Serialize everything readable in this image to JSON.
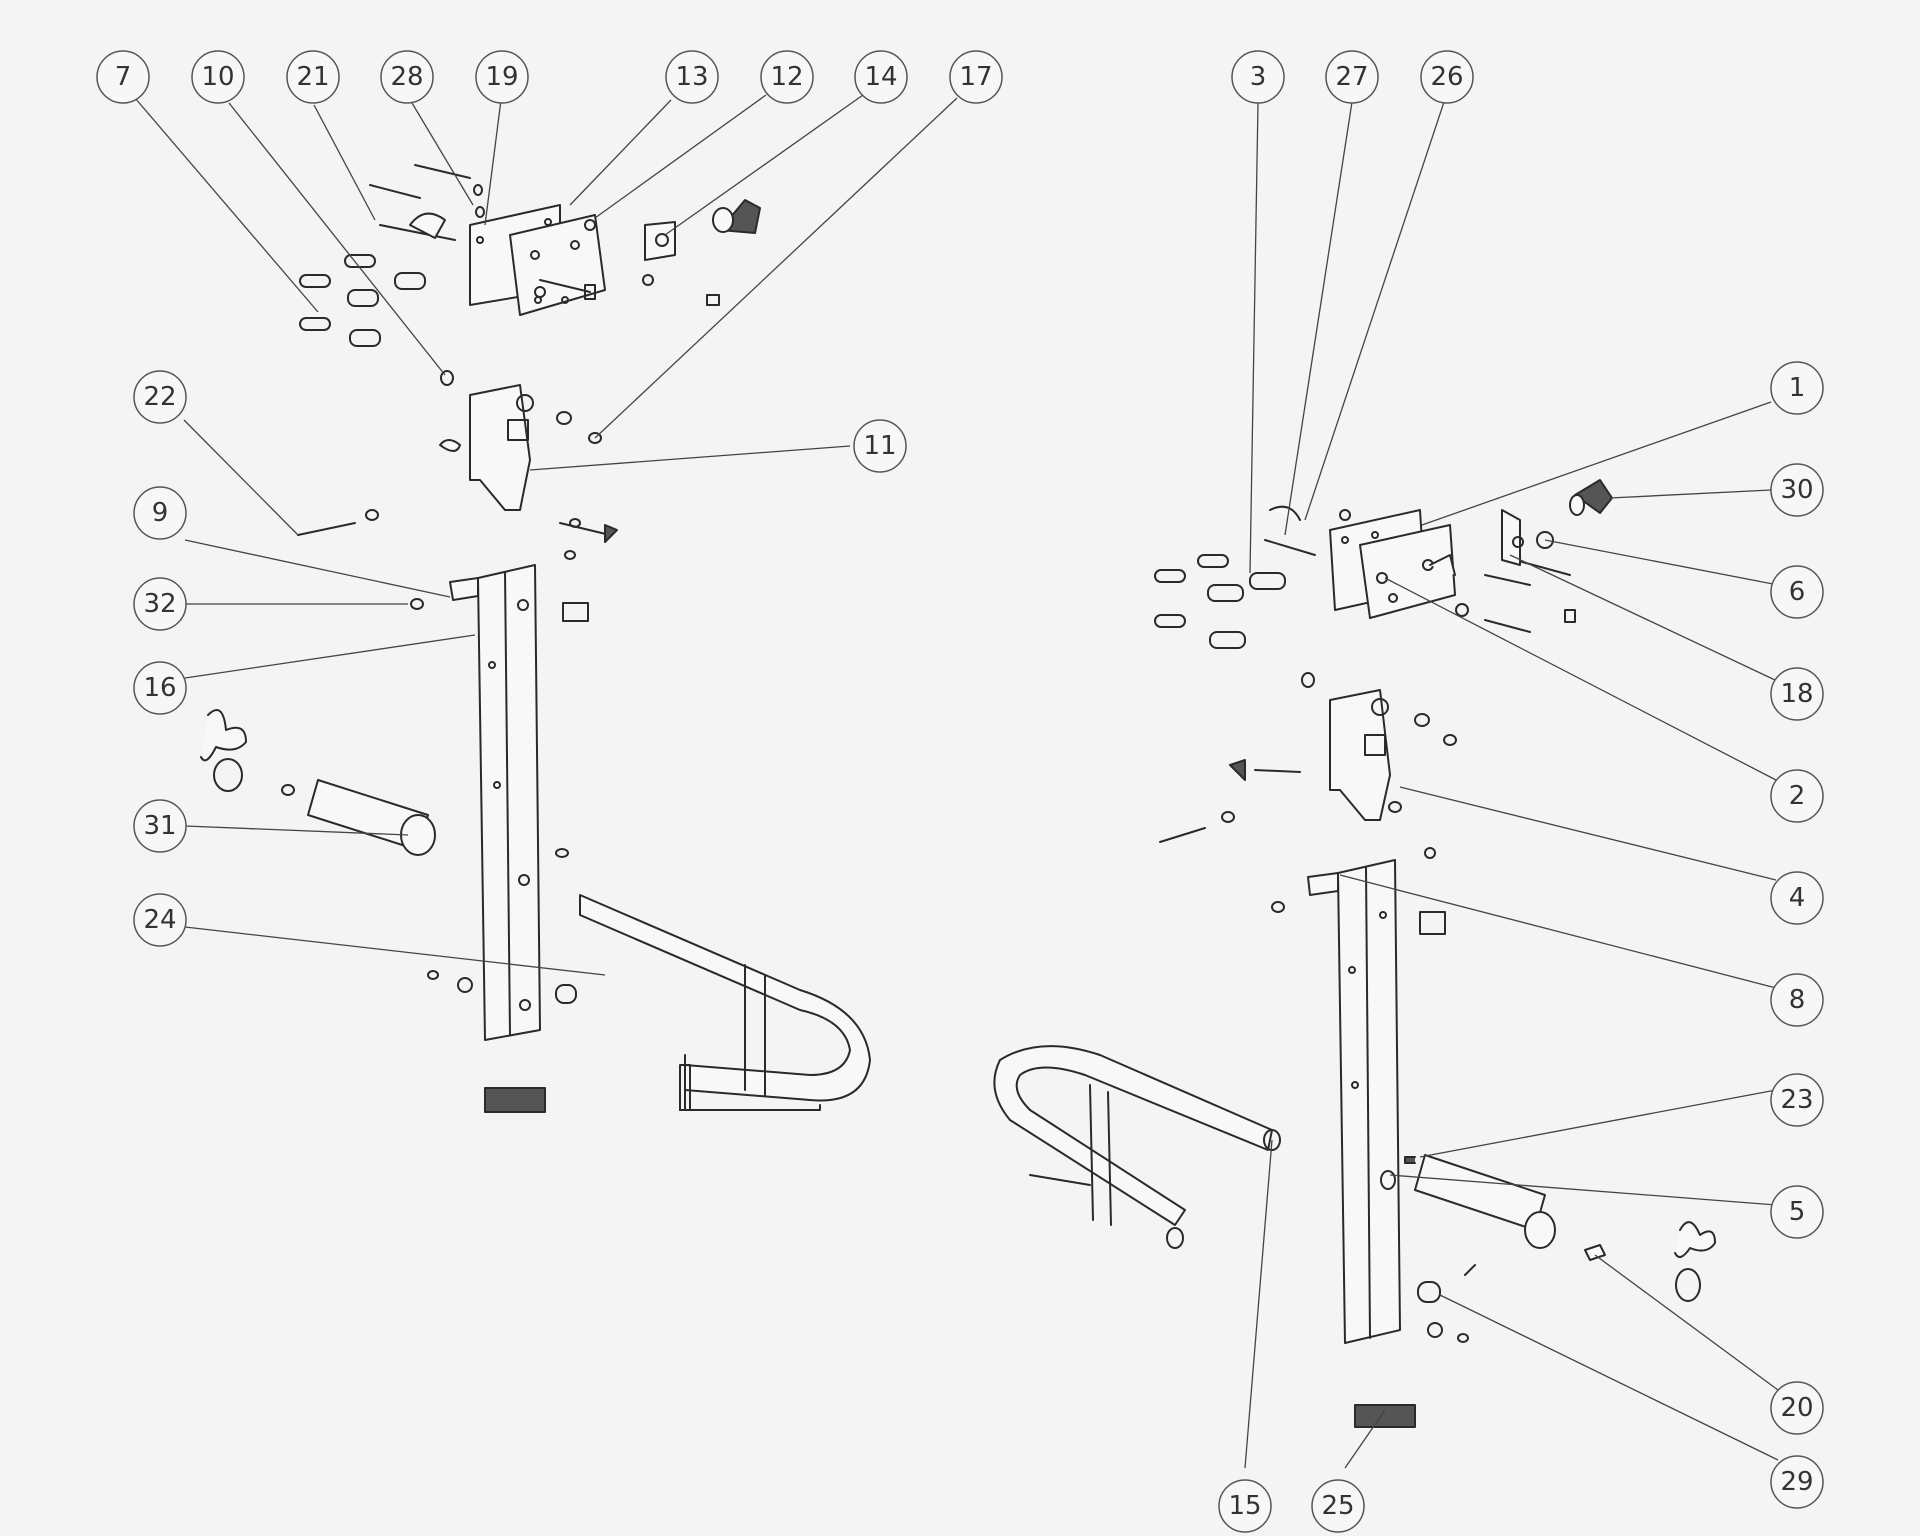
{
  "balloons": [
    {
      "label": "7"
    },
    {
      "label": "10"
    },
    {
      "label": "21"
    },
    {
      "label": "28"
    },
    {
      "label": "19"
    },
    {
      "label": "13"
    },
    {
      "label": "12"
    },
    {
      "label": "14"
    },
    {
      "label": "17"
    },
    {
      "label": "22"
    },
    {
      "label": "9"
    },
    {
      "label": "32"
    },
    {
      "label": "16"
    },
    {
      "label": "31"
    },
    {
      "label": "24"
    },
    {
      "label": "11"
    },
    {
      "label": "3"
    },
    {
      "label": "27"
    },
    {
      "label": "26"
    },
    {
      "label": "1"
    },
    {
      "label": "30"
    },
    {
      "label": "6"
    },
    {
      "label": "18"
    },
    {
      "label": "2"
    },
    {
      "label": "4"
    },
    {
      "label": "8"
    },
    {
      "label": "23"
    },
    {
      "label": "5"
    },
    {
      "label": "20"
    },
    {
      "label": "29"
    },
    {
      "label": "15"
    },
    {
      "label": "25"
    }
  ],
  "colors": {
    "background": "#f4f4f4",
    "line": "#2a2a2a",
    "balloon_stroke": "#555555"
  }
}
